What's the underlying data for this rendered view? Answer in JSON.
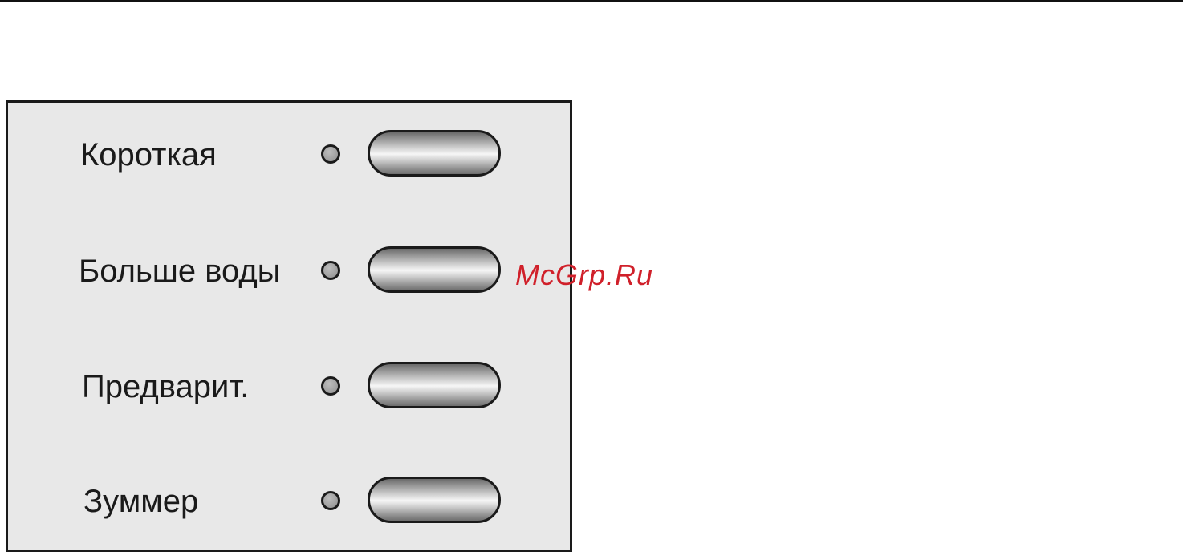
{
  "panel": {
    "rows": [
      {
        "label": "Короткая"
      },
      {
        "label": "Больше воды"
      },
      {
        "label": "Предварит."
      },
      {
        "label": "Зуммер"
      }
    ]
  },
  "watermark": {
    "text": "McGrp.Ru",
    "color": "#d0202a"
  }
}
